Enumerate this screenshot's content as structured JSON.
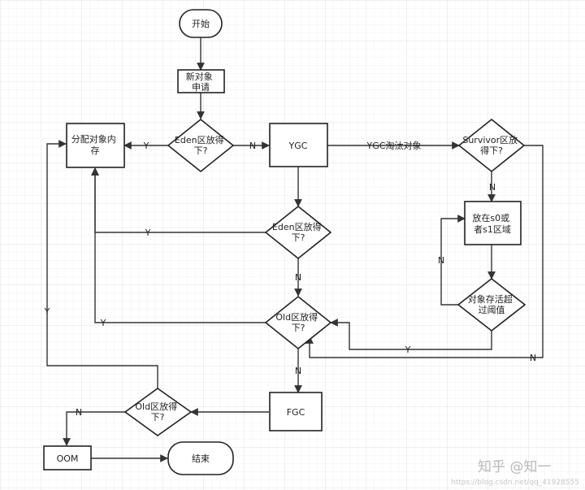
{
  "nodes": {
    "start": [
      "开始"
    ],
    "apply": [
      "新对象",
      "申请"
    ],
    "eden1": [
      "Eden区放得",
      "下?"
    ],
    "alloc": [
      "分配对象内",
      "存"
    ],
    "ygc": [
      "YGC"
    ],
    "surv": [
      "Survivor区放",
      "得下?"
    ],
    "s0s1": [
      "放在s0或",
      "者s1区域"
    ],
    "thresh": [
      "对象存活超",
      "过阈值"
    ],
    "eden2": [
      "Eden区放得",
      "下?"
    ],
    "old1": [
      "Old区放得",
      "下?"
    ],
    "fgc": [
      "FGC"
    ],
    "old2": [
      "Old区放得",
      "下?"
    ],
    "oom": [
      "OOM"
    ],
    "end": [
      "结束"
    ]
  },
  "edge_labels": {
    "eden1_alloc": "Y",
    "eden1_ygc": "N",
    "ygc_surv": "YGC淘汰对象",
    "surv_s0s1": "N",
    "thresh_s0s1": "N",
    "eden2_alloc": "Y",
    "eden2_old1": "N",
    "old1_alloc": "Y",
    "thresh_old1": "Y",
    "surv_old1": "N",
    "old1_fgc": "N",
    "old2_alloc": "Y",
    "old2_oom": "N"
  },
  "watermark": {
    "brand": "知乎 @知一",
    "url": "https://blog.csdn.net/qq_41928555"
  }
}
